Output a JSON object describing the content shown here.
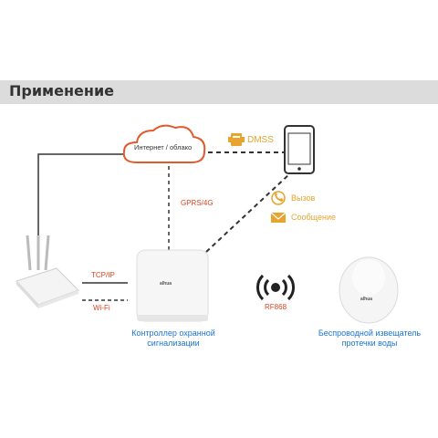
{
  "header": {
    "title": "Применение"
  },
  "cloud": {
    "label": "Интернет / облако"
  },
  "dmss": {
    "label": "DMSS"
  },
  "gprs": {
    "label": "GPRS/4G"
  },
  "call": {
    "label": "Вызов"
  },
  "message": {
    "label": "Сообщение"
  },
  "tcpip": {
    "label": "TCP/IP"
  },
  "wifi": {
    "label": "Wi-Fi"
  },
  "rf": {
    "label": "RF868"
  },
  "controller": {
    "line1": "Контроллер охранной",
    "line2": "сигнализации",
    "brand": "alhua"
  },
  "detector": {
    "line1": "Беспроводной извещатель",
    "line2": "протечки воды",
    "brand": "alhua"
  },
  "colors": {
    "accent_red": "#e0421f",
    "accent_orange": "#e8a42d",
    "accent_blue": "#1a73d8",
    "cloud_stroke": "#e25a2b"
  }
}
